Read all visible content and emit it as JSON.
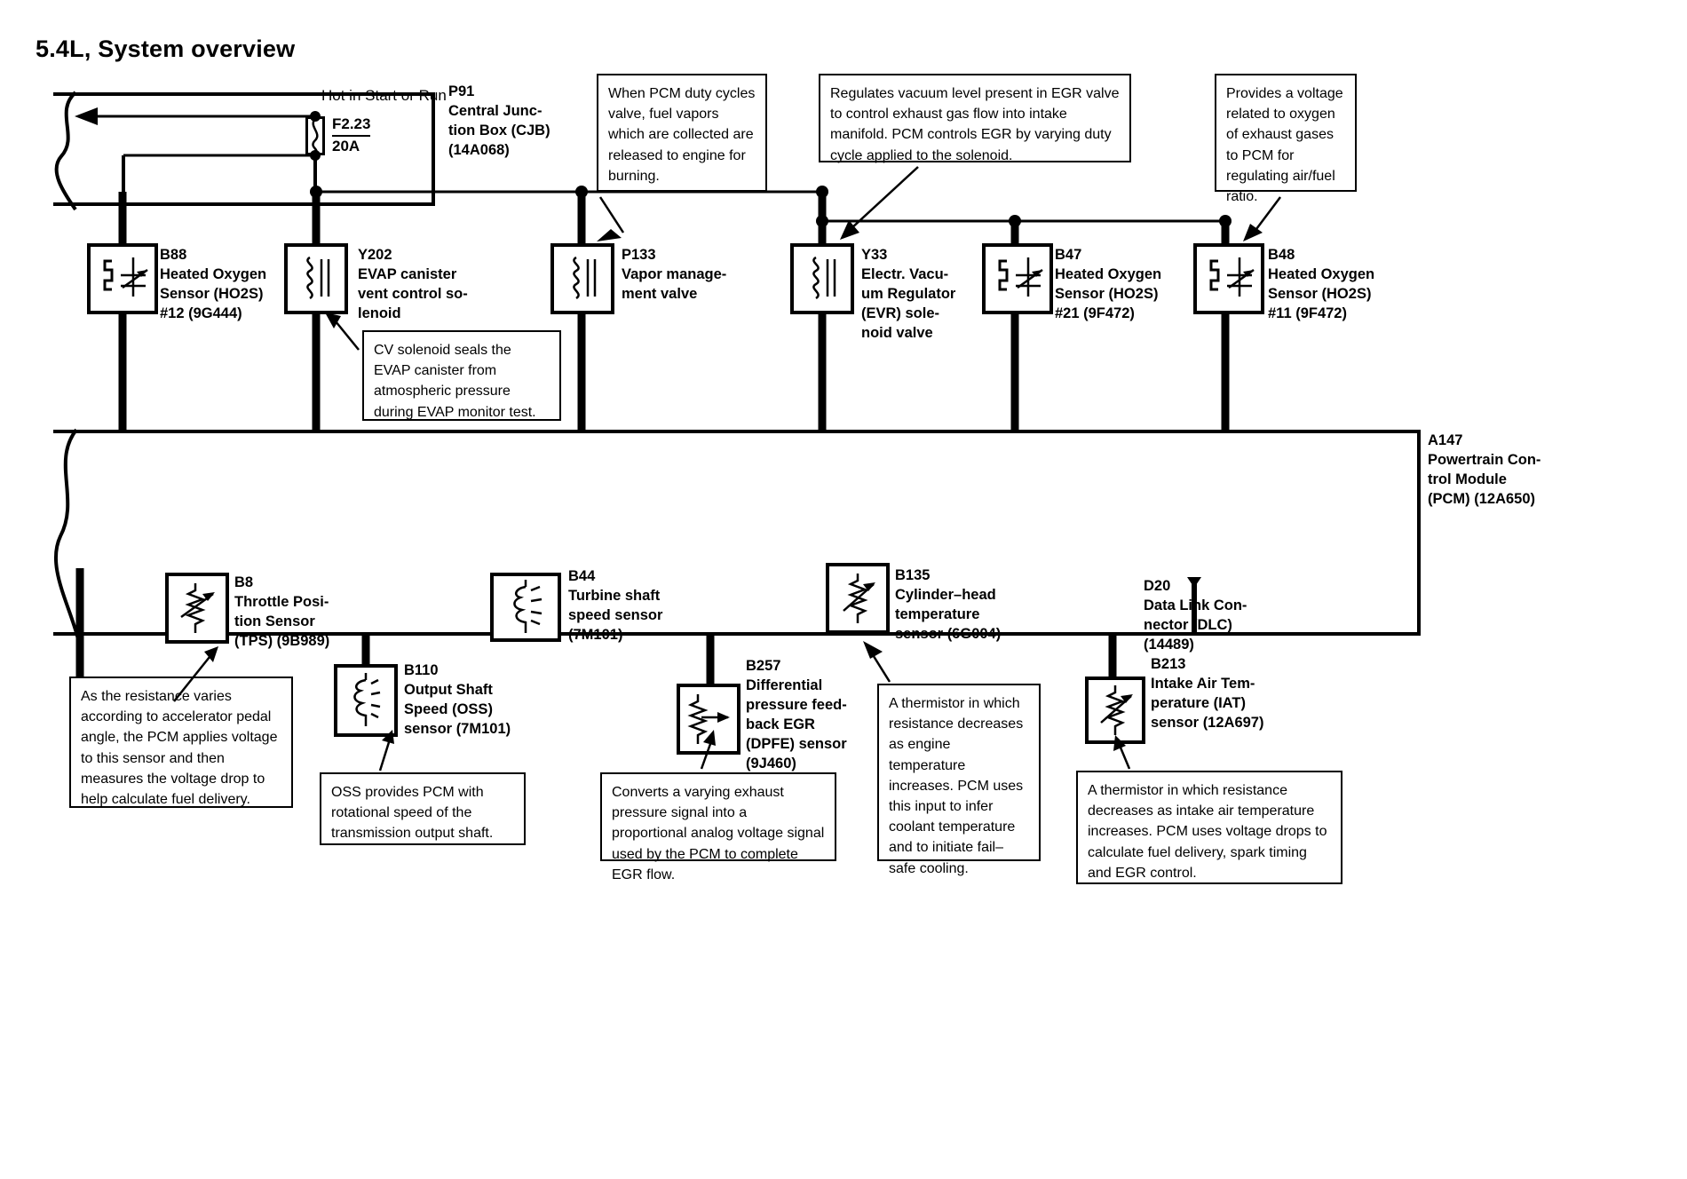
{
  "page": {
    "title": "5.4L, System overview"
  },
  "power": {
    "hot_label": "Hot in Start or Run",
    "fuse_id": "F2.23",
    "fuse_rating": "20A"
  },
  "components": [
    {
      "id": "P91",
      "name": "P91",
      "label": "P91\nCentral Junc-\ntion Box (CJB)\n(14A068)",
      "symbol": "junction-box"
    },
    {
      "id": "B88",
      "name": "B88",
      "label": "B88\nHeated Oxygen\nSensor (HO2S)\n#12 (9G444)",
      "symbol": "ho2s"
    },
    {
      "id": "Y202",
      "name": "Y202",
      "label": "Y202\nEVAP canister\nvent control so-\nlenoid",
      "symbol": "solenoid"
    },
    {
      "id": "P133",
      "name": "P133",
      "label": "P133\nVapor manage-\nment valve",
      "symbol": "solenoid"
    },
    {
      "id": "Y33",
      "name": "Y33",
      "label": "Y33\nElectr. Vacu-\num Regulator\n(EVR) sole-\nnoid valve",
      "symbol": "solenoid"
    },
    {
      "id": "B47",
      "name": "B47",
      "label": "B47\nHeated Oxygen\nSensor (HO2S)\n#21 (9F472)",
      "symbol": "ho2s"
    },
    {
      "id": "B48",
      "name": "B48",
      "label": "B48\nHeated Oxygen\nSensor (HO2S)\n#11 (9F472)",
      "symbol": "ho2s"
    },
    {
      "id": "A147",
      "name": "A147",
      "label": "A147\nPowertrain Con-\ntrol Module\n(PCM) (12A650)",
      "symbol": "module"
    },
    {
      "id": "B8",
      "name": "B8",
      "label": "B8\nThrottle Posi-\ntion Sensor\n(TPS) (9B989)",
      "symbol": "potentiometer"
    },
    {
      "id": "B110",
      "name": "B110",
      "label": "B110\nOutput Shaft\nSpeed (OSS)\nsensor (7M101)",
      "symbol": "speed-sensor"
    },
    {
      "id": "B44",
      "name": "B44",
      "label": "B44\nTurbine shaft\nspeed sensor\n(7M101)",
      "symbol": "speed-sensor"
    },
    {
      "id": "B257",
      "name": "B257",
      "label": "B257\nDifferential\npressure feed-\nback EGR\n(DPFE) sensor\n(9J460)",
      "symbol": "dpfe"
    },
    {
      "id": "B135",
      "name": "B135",
      "label": "B135\nCylinder–head\ntemperature\nsensor (6G004)",
      "symbol": "thermistor"
    },
    {
      "id": "D20",
      "name": "D20",
      "label": "D20\nData Link Con-\nnector (DLC)\n(14489)",
      "symbol": "connector"
    },
    {
      "id": "B213",
      "name": "B213",
      "label": "B213\nIntake Air Tem-\nperature (IAT)\nsensor (12A697)",
      "symbol": "thermistor"
    }
  ],
  "notes": [
    {
      "id": "note-p133",
      "text": "When PCM duty cycles valve, fuel vapors which are collected are released to engine for burning."
    },
    {
      "id": "note-y33",
      "text": "Regulates vacuum level present in EGR valve to control exhaust gas flow into intake manifold. PCM controls EGR by varying duty cycle applied to the solenoid."
    },
    {
      "id": "note-b48",
      "text": "Provides a voltage related to oxygen of exhaust gases to PCM for regulating air/fuel ratio."
    },
    {
      "id": "note-y202",
      "text": "CV solenoid seals the EVAP canister from atmospheric pressure during EVAP monitor test."
    },
    {
      "id": "note-b8",
      "text": "As the resistance varies according to accelerator pedal angle, the PCM applies voltage to this sensor and then measures the voltage drop to help calculate fuel delivery."
    },
    {
      "id": "note-b110",
      "text": "OSS provides PCM with rotational speed of the transmission output shaft."
    },
    {
      "id": "note-b257",
      "text": "Converts a varying exhaust pressure signal into a proportional analog voltage signal used by the PCM to complete EGR flow."
    },
    {
      "id": "note-b135",
      "text": "A thermistor in which resistance decreases as engine temperature increases.  PCM uses this input to infer coolant temperature and to initiate fail–safe cooling."
    },
    {
      "id": "note-b213",
      "text": "A thermistor in which resistance decreases as intake air temperature increases.  PCM uses voltage drops to calculate fuel delivery, spark timing and EGR control."
    }
  ],
  "colors": {
    "ink": "#000000",
    "paper": "#ffffff"
  }
}
